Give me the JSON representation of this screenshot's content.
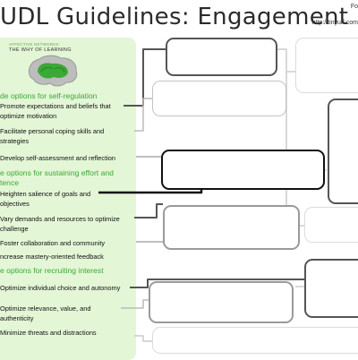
{
  "header": {
    "title": "UDL Guidelines: Engagement",
    "corner_top": "Fo",
    "corner_url": "http://tinyurl.com"
  },
  "panel": {
    "network_label": "AFFECTIVE NETWORKS:",
    "why_label": "THE WHY OF LEARNING",
    "brain_icon": "brain-icon",
    "background": "#e3f6d6",
    "accent": "#3aa935"
  },
  "groups": [
    {
      "heading": "de options for self-regulation",
      "items": [
        "Promote expectations and beliefs that optimize motivation",
        "Facilitate personal coping skills and strategies",
        "Develop self-assessment and reflection"
      ]
    },
    {
      "heading": "e options for sustaining effort and tence",
      "items": [
        "Heighten salience of goals and objectives",
        "Vary demands and resources to optimize challenge",
        "Foster collaboration and community",
        "ncrease mastery-oriented feedback"
      ]
    },
    {
      "heading": "e options for recruiting interest",
      "items": [
        "Optimize individual choice and autonomy",
        "Optimize relevance, value, and authenticity",
        "Minimize threats and distractions"
      ]
    }
  ]
}
